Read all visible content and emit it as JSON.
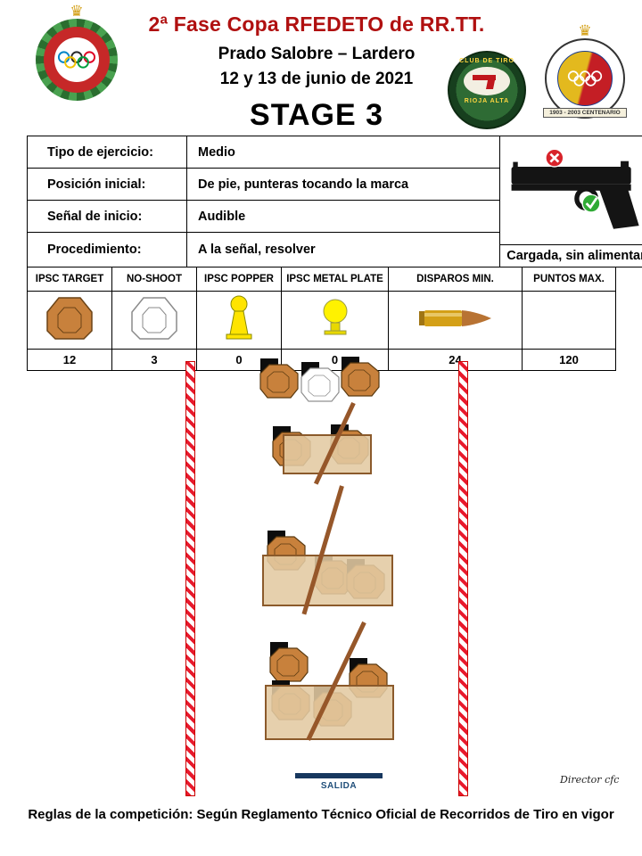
{
  "colors": {
    "title_red": "#B01010",
    "target_brown": "#C8813C",
    "popper_yellow": "#FFE400",
    "tape_red": "#E8192C",
    "salida_blue": "#1F4E79",
    "wall_tan": "#DEC6A0",
    "wall_brown": "#8B5A2B"
  },
  "header": {
    "title": "2ª Fase Copa RFEDETO de RR.TT.",
    "subtitle": "Prado Salobre – Lardero",
    "date_line": "12 y 13 de junio de 2021",
    "stage_title": "STAGE 3",
    "club_logo": {
      "top": "CLUB DE TIRO",
      "bottom": "RIOJA ALTA"
    },
    "centenary_logo": {
      "banner": "1903 - 2003 CENTENARIO"
    }
  },
  "info": {
    "rows": [
      {
        "label": "Tipo de ejercicio:",
        "value": "Medio"
      },
      {
        "label": "Posición inicial:",
        "value": "De pie, punteras tocando la marca"
      },
      {
        "label": "Señal de inicio:",
        "value": "Audible"
      },
      {
        "label": "Procedimiento:",
        "value": "A la señal, resolver"
      }
    ],
    "gun_caption": "Cargada, sin alimentar"
  },
  "equipment": {
    "headers": [
      "IPSC TARGET",
      "NO-SHOOT",
      "IPSC POPPER",
      "IPSC METAL PLATE",
      "DISPAROS MIN.",
      "PUNTOS MAX."
    ],
    "values": [
      "12",
      "3",
      "0",
      "0",
      "24",
      "120"
    ]
  },
  "diagram": {
    "start_label": "SALIDA",
    "signature": "Director cfc"
  },
  "footer": {
    "rules": "Reglas de la competición: Según Reglamento Técnico Oficial de Recorridos de Tiro en vigor"
  }
}
